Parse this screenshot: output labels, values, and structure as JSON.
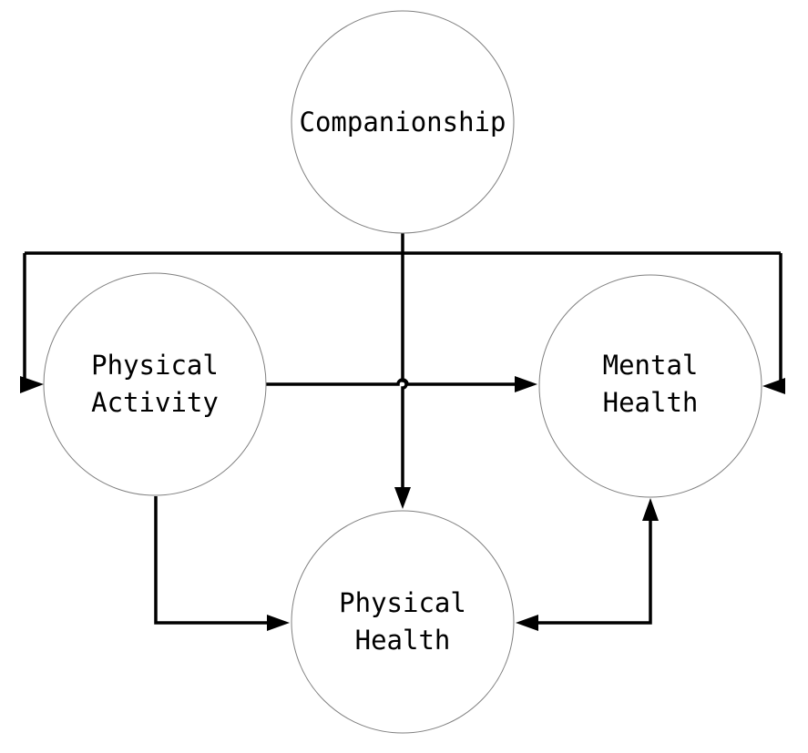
{
  "nodes": {
    "companionship": {
      "label": "Companionship"
    },
    "physical_activity": {
      "line1": "Physical",
      "line2": "Activity"
    },
    "mental_health": {
      "line1": "Mental",
      "line2": "Health"
    },
    "physical_health": {
      "line1": "Physical",
      "line2": "Health"
    }
  },
  "colors": {
    "edge": "#000000",
    "node_border": "#808080",
    "background": "#ffffff"
  }
}
